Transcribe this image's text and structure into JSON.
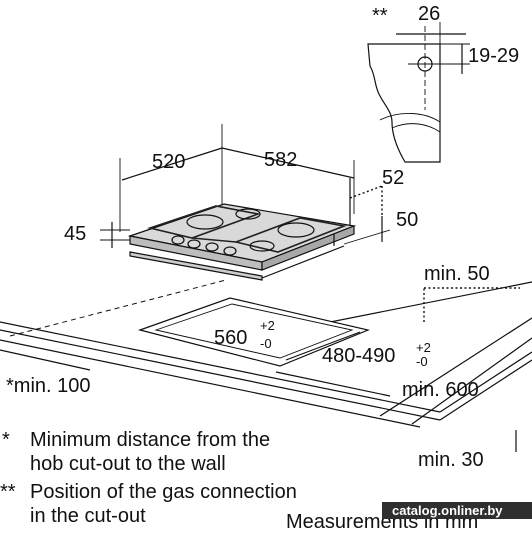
{
  "dimensions": {
    "top_width": "520",
    "top_depth": "582",
    "frame_height": "52",
    "hob_height": "45",
    "side_height": "50",
    "min_side_clearance": "min. 50",
    "cutout_width": "560",
    "cutout_width_tol_plus": "+2",
    "cutout_width_tol_minus": "-0",
    "cutout_depth": "480-490",
    "cutout_depth_tol_plus": "+2",
    "cutout_depth_tol_minus": "-0",
    "min_wall": "*min. 100",
    "min_front": "min. 600",
    "min_bottom": "min. 30"
  },
  "detail": {
    "marker": "**",
    "width": "26",
    "range": "19-29"
  },
  "notes": [
    {
      "marker": "*",
      "line1": "Minimum distance from the",
      "line2": "hob cut-out to the wall"
    },
    {
      "marker": "**",
      "line1": "Position of the gas connection",
      "line2": "in the cut-out"
    }
  ],
  "footer": {
    "units": "Measurements in mm",
    "watermark": "catalog.onliner.by"
  }
}
